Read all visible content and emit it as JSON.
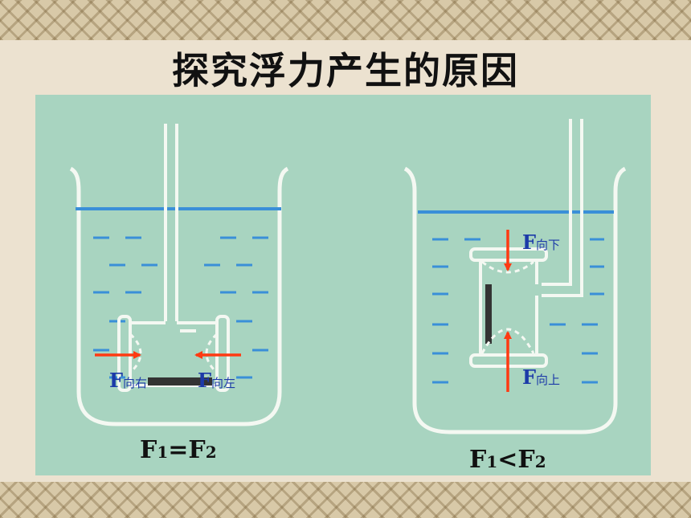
{
  "title": "探究浮力产生的原因",
  "colors": {
    "panel": "#a8d4c0",
    "arrow": "#ff3a12",
    "label": "#1c3aa8",
    "water_line": "#3a8fd8",
    "outline": "#f4f8f2"
  },
  "left_setup": {
    "arrow_right_label": {
      "f": "F",
      "sub": "向右"
    },
    "arrow_left_label": {
      "f": "F",
      "sub": "向左"
    },
    "equation": {
      "a": "F",
      "a_sub": "1",
      "op": "=",
      "b": "F",
      "b_sub": "2"
    }
  },
  "right_setup": {
    "arrow_down_label": {
      "f": "F",
      "sub": "向下"
    },
    "arrow_up_label": {
      "f": "F",
      "sub": "向上"
    },
    "equation": {
      "a": "F",
      "a_sub": "1",
      "op": "<",
      "b": "F",
      "b_sub": "2"
    }
  }
}
